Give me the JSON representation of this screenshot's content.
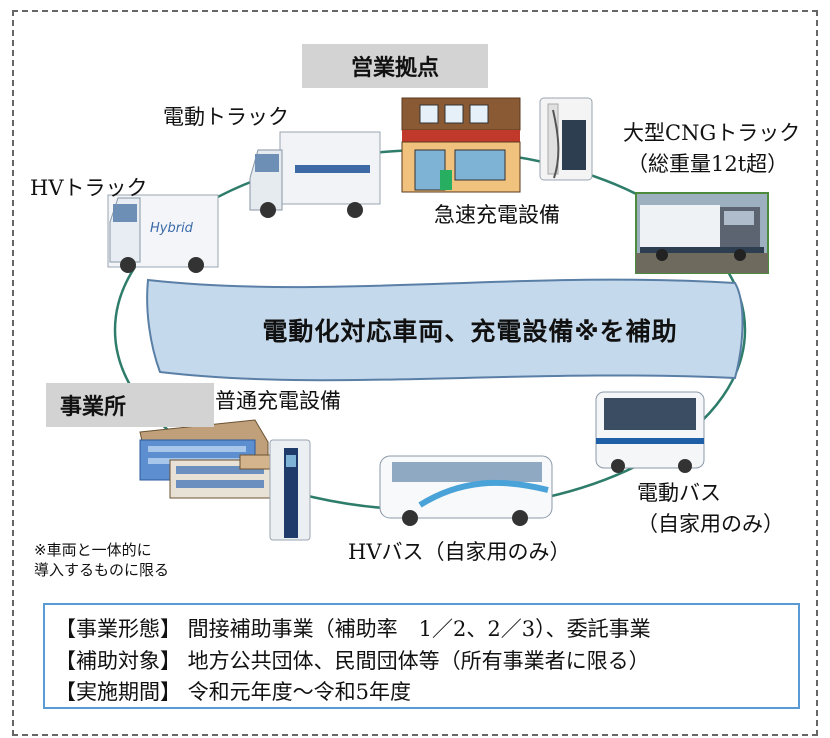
{
  "locations": {
    "sales_base": "営業拠点",
    "office": "事業所"
  },
  "vehicles": {
    "hv_truck": "HVトラック",
    "electric_truck": "電動トラック",
    "cng_truck_line1": "大型CNGトラック",
    "cng_truck_line2": "（総重量12t超）",
    "electric_bus_line1": "電動バス",
    "electric_bus_line2": "（自家用のみ）",
    "hv_bus": "HVバス（自家用のみ）"
  },
  "equipment": {
    "quick_charger": "急速充電設備",
    "normal_charger": "普通充電設備"
  },
  "banner": "電動化対応車両、充電設備※を補助",
  "footnote": {
    "line1": "※車両と一体的に",
    "line2": "導入するものに限る"
  },
  "info": {
    "business_form": "【事業形態】 間接補助事業（補助率　1／2、2／3）、委託事業",
    "subsidy_target": "【補助対象】 地方公共団体、民間団体等（所有事業者に限る）",
    "period": "【実施期間】 令和元年度～令和5年度"
  },
  "colors": {
    "ring": "#2e7d6b",
    "banner_fill": "#c5d9ec",
    "banner_stroke": "#5a7fa6",
    "info_border": "#5b9bd5",
    "tag_bg": "#d3d3d3"
  }
}
